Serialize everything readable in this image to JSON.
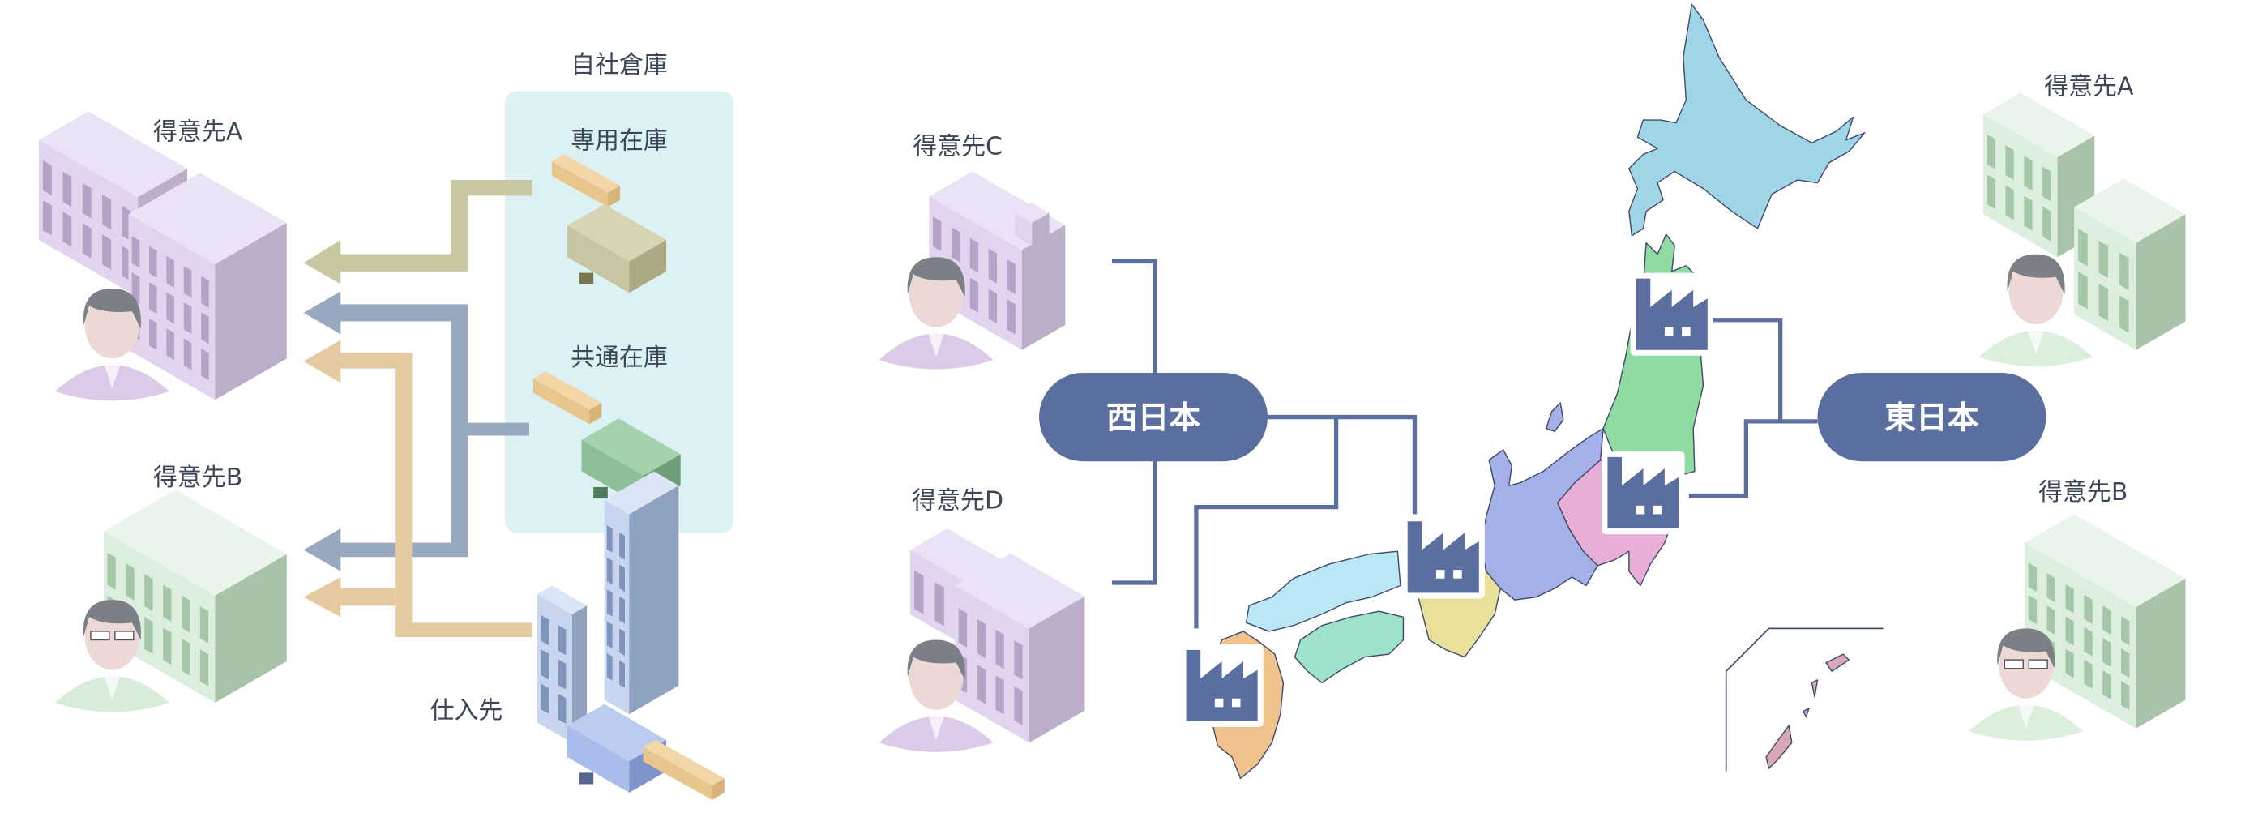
{
  "left": {
    "warehouse_title": "自社倉庫",
    "dedicated_stock": "専用在庫",
    "shared_stock": "共通在庫",
    "customer_a": "得意先A",
    "customer_b": "得意先B",
    "supplier": "仕入先"
  },
  "right": {
    "customer_c": "得意先C",
    "customer_d": "得意先D",
    "customer_a": "得意先A",
    "customer_b": "得意先B",
    "west_japan": "西日本",
    "east_japan": "東日本"
  },
  "colors": {
    "text": "#3b4658",
    "pill": "#5a6e9f",
    "warehouse_panel": "#dcf1f3",
    "arrow_dedicated": "#c9c7a2",
    "arrow_shared": "#98a9bf",
    "arrow_supplier": "#e4c9a1",
    "hokkaido": "#9fd5e6",
    "tohoku": "#8fdba2",
    "kanto": "#e8afd6",
    "chubu": "#a5afe8",
    "kinki": "#e9e199",
    "chugoku": "#b9e7f5",
    "shikoku": "#9ee2cd",
    "kyushu": "#f0c38c"
  }
}
